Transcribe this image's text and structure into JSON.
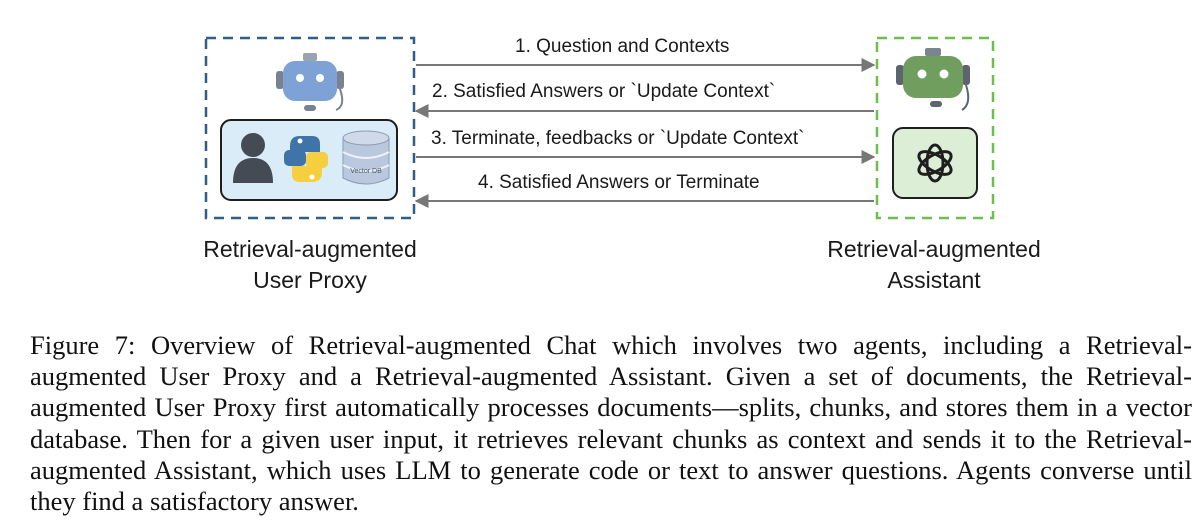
{
  "diagram": {
    "user_agent": {
      "label_line1": "Retrieval-augmented",
      "label_line2": "User Proxy",
      "icons": [
        "robot-head-icon",
        "person-icon",
        "python-logo-icon",
        "database-icon"
      ],
      "database_label": "Vector DB"
    },
    "assistant_agent": {
      "label_line1": "Retrieval-augmented",
      "label_line2": "Assistant",
      "icons": [
        "robot-head-icon",
        "openai-logo-icon"
      ]
    },
    "messages": [
      {
        "text": "1. Question and Contexts",
        "direction": "to-assistant"
      },
      {
        "text": "2. Satisfied Answers or `Update Context`",
        "direction": "to-user-proxy"
      },
      {
        "text": "3. Terminate, feedbacks or `Update Context`",
        "direction": "to-assistant"
      },
      {
        "text": "4. Satisfied Answers or Terminate",
        "direction": "to-user-proxy"
      }
    ],
    "colors": {
      "user_border": "#2f5f86",
      "assistant_border": "#6cbf4a",
      "user_robot": "#7ea2d6",
      "assistant_robot": "#6f9e5e",
      "user_panel_fill": "#d9ecf7",
      "assistant_panel_fill": "#dcefd6",
      "arrow": "#777777"
    }
  },
  "caption": "Figure 7: Overview of Retrieval-augmented Chat which involves two agents, including a Retrieval-augmented User Proxy and a Retrieval-augmented Assistant. Given a set of documents, the Retrieval-augmented User Proxy first automatically processes documents—splits, chunks, and stores them in a vector database. Then for a given user input, it retrieves relevant chunks as context and sends it to the Retrieval-augmented Assistant, which uses LLM to generate code or text to answer questions. Agents converse until they find a satisfactory answer."
}
